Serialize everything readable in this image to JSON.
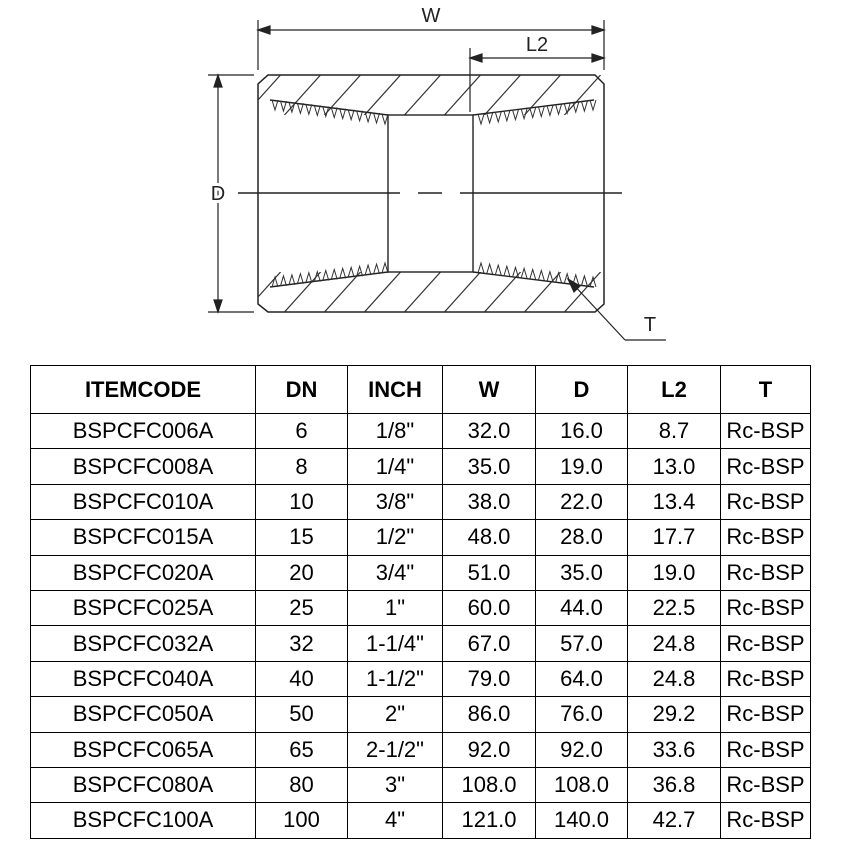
{
  "diagram": {
    "labels": {
      "w": "W",
      "l2": "L2",
      "d": "D",
      "t": "T"
    }
  },
  "table": {
    "headers": [
      "ITEMCODE",
      "DN",
      "INCH",
      "W",
      "D",
      "L2",
      "T"
    ],
    "rows": [
      [
        "BSPCFC006A",
        "6",
        "1/8\"",
        "32.0",
        "16.0",
        "8.7",
        "Rc-BSP"
      ],
      [
        "BSPCFC008A",
        "8",
        "1/4\"",
        "35.0",
        "19.0",
        "13.0",
        "Rc-BSP"
      ],
      [
        "BSPCFC010A",
        "10",
        "3/8\"",
        "38.0",
        "22.0",
        "13.4",
        "Rc-BSP"
      ],
      [
        "BSPCFC015A",
        "15",
        "1/2\"",
        "48.0",
        "28.0",
        "17.7",
        "Rc-BSP"
      ],
      [
        "BSPCFC020A",
        "20",
        "3/4\"",
        "51.0",
        "35.0",
        "19.0",
        "Rc-BSP"
      ],
      [
        "BSPCFC025A",
        "25",
        "1\"",
        "60.0",
        "44.0",
        "22.5",
        "Rc-BSP"
      ],
      [
        "BSPCFC032A",
        "32",
        "1-1/4\"",
        "67.0",
        "57.0",
        "24.8",
        "Rc-BSP"
      ],
      [
        "BSPCFC040A",
        "40",
        "1-1/2\"",
        "79.0",
        "64.0",
        "24.8",
        "Rc-BSP"
      ],
      [
        "BSPCFC050A",
        "50",
        "2\"",
        "86.0",
        "76.0",
        "29.2",
        "Rc-BSP"
      ],
      [
        "BSPCFC065A",
        "65",
        "2-1/2\"",
        "92.0",
        "92.0",
        "33.6",
        "Rc-BSP"
      ],
      [
        "BSPCFC080A",
        "80",
        "3\"",
        "108.0",
        "108.0",
        "36.8",
        "Rc-BSP"
      ],
      [
        "BSPCFC100A",
        "100",
        "4\"",
        "121.0",
        "140.0",
        "42.7",
        "Rc-BSP"
      ]
    ]
  }
}
